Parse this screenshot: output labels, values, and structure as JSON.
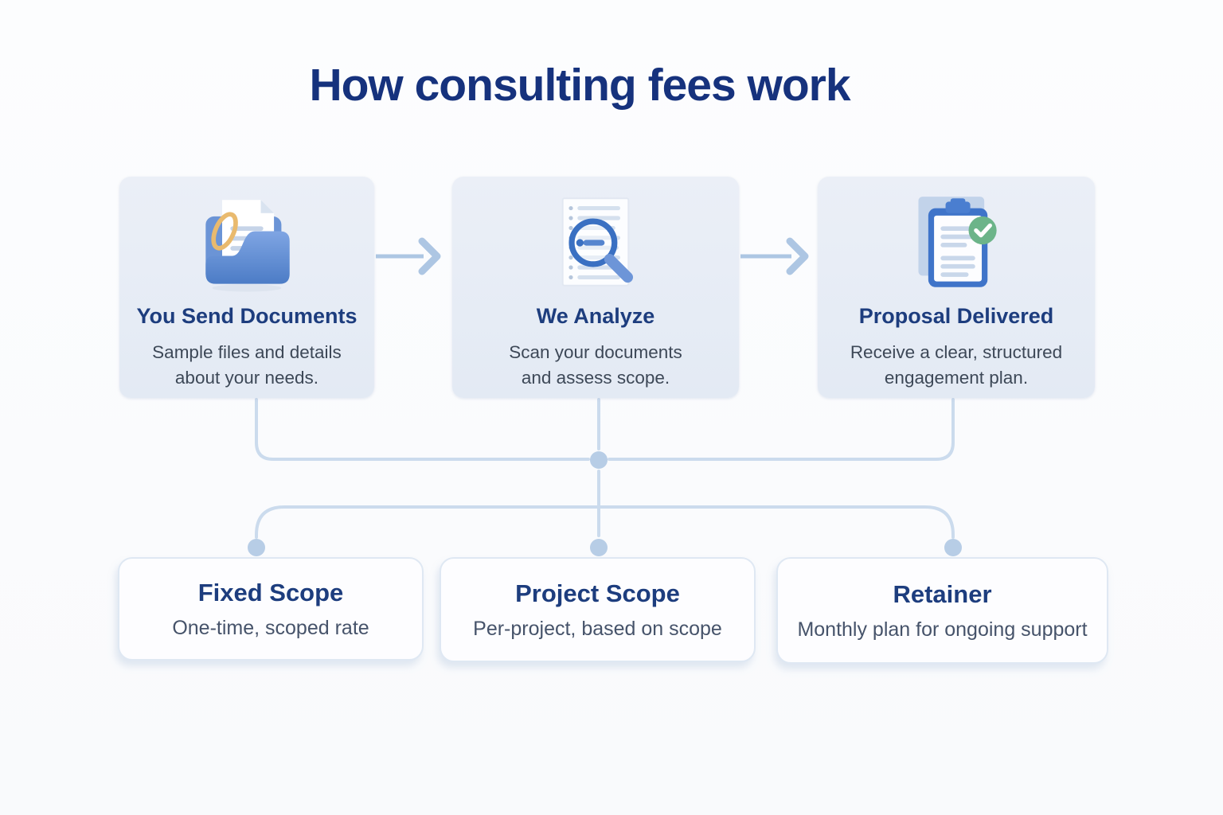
{
  "title": "How consulting fees work",
  "colors": {
    "title_navy": "#16327d",
    "heading_navy": "#1d3d7e",
    "body_gray": "#3d4857",
    "step_card_bg": "#e8edf6",
    "connector_line": "#cbdbed",
    "connector_dot": "#b7cde6",
    "arrow_blue": "#adc6e3",
    "icon_blue": "#3f74c9",
    "check_green": "#6cb489",
    "paperclip_gold": "#e9ba6e"
  },
  "steps": [
    {
      "title": "You Send Documents",
      "description": "Sample files and details about your needs.",
      "icon": "folder-documents-icon"
    },
    {
      "title": "We Analyze",
      "description": "Scan your documents and assess scope.",
      "icon": "magnifier-document-icon"
    },
    {
      "title": "Proposal Delivered",
      "description": "Receive a clear, structured engagement plan.",
      "icon": "clipboard-check-icon"
    }
  ],
  "pricing_options": [
    {
      "title": "Fixed Scope",
      "description": "One-time, scoped rate"
    },
    {
      "title": "Project Scope",
      "description": "Per-project, based on scope"
    },
    {
      "title": "Retainer",
      "description": "Monthly plan for ongoing support"
    }
  ]
}
